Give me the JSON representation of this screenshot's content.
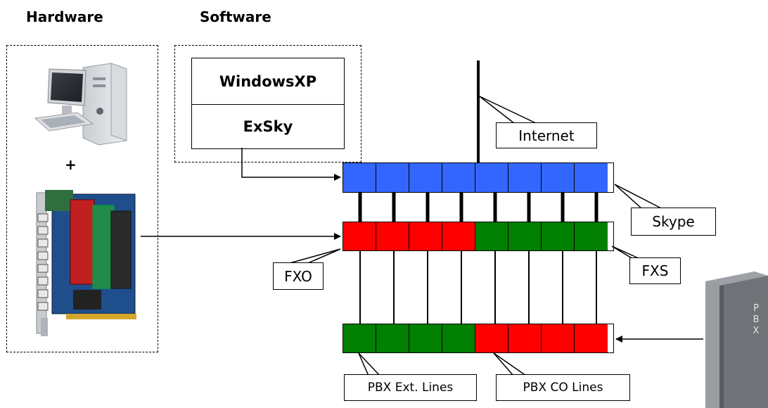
{
  "headings": {
    "hardware": "Hardware",
    "software": "Software"
  },
  "software": {
    "os": "WindowsXP",
    "app": "ExSky"
  },
  "plus": "+",
  "callouts": {
    "internet": "Internet",
    "skype": "Skype",
    "fxo": "FXO",
    "fxs": "FXS",
    "pbx_ext": "PBX Ext. Lines",
    "pbx_co": "PBX CO Lines"
  },
  "pbx_label": "PBX",
  "colors": {
    "skype": "#3366ff",
    "fxo": "#ff0000",
    "fxs": "#007f00",
    "pbx_ext": "#007f00",
    "pbx_co": "#ff0000"
  },
  "rows": {
    "skype": [
      "skype",
      "skype",
      "skype",
      "skype",
      "skype",
      "skype",
      "skype",
      "skype"
    ],
    "ports": [
      "fxo",
      "fxo",
      "fxo",
      "fxo",
      "fxs",
      "fxs",
      "fxs",
      "fxs"
    ],
    "pbx": [
      "pbx_ext",
      "pbx_ext",
      "pbx_ext",
      "pbx_ext",
      "pbx_co",
      "pbx_co",
      "pbx_co",
      "pbx_co"
    ]
  }
}
